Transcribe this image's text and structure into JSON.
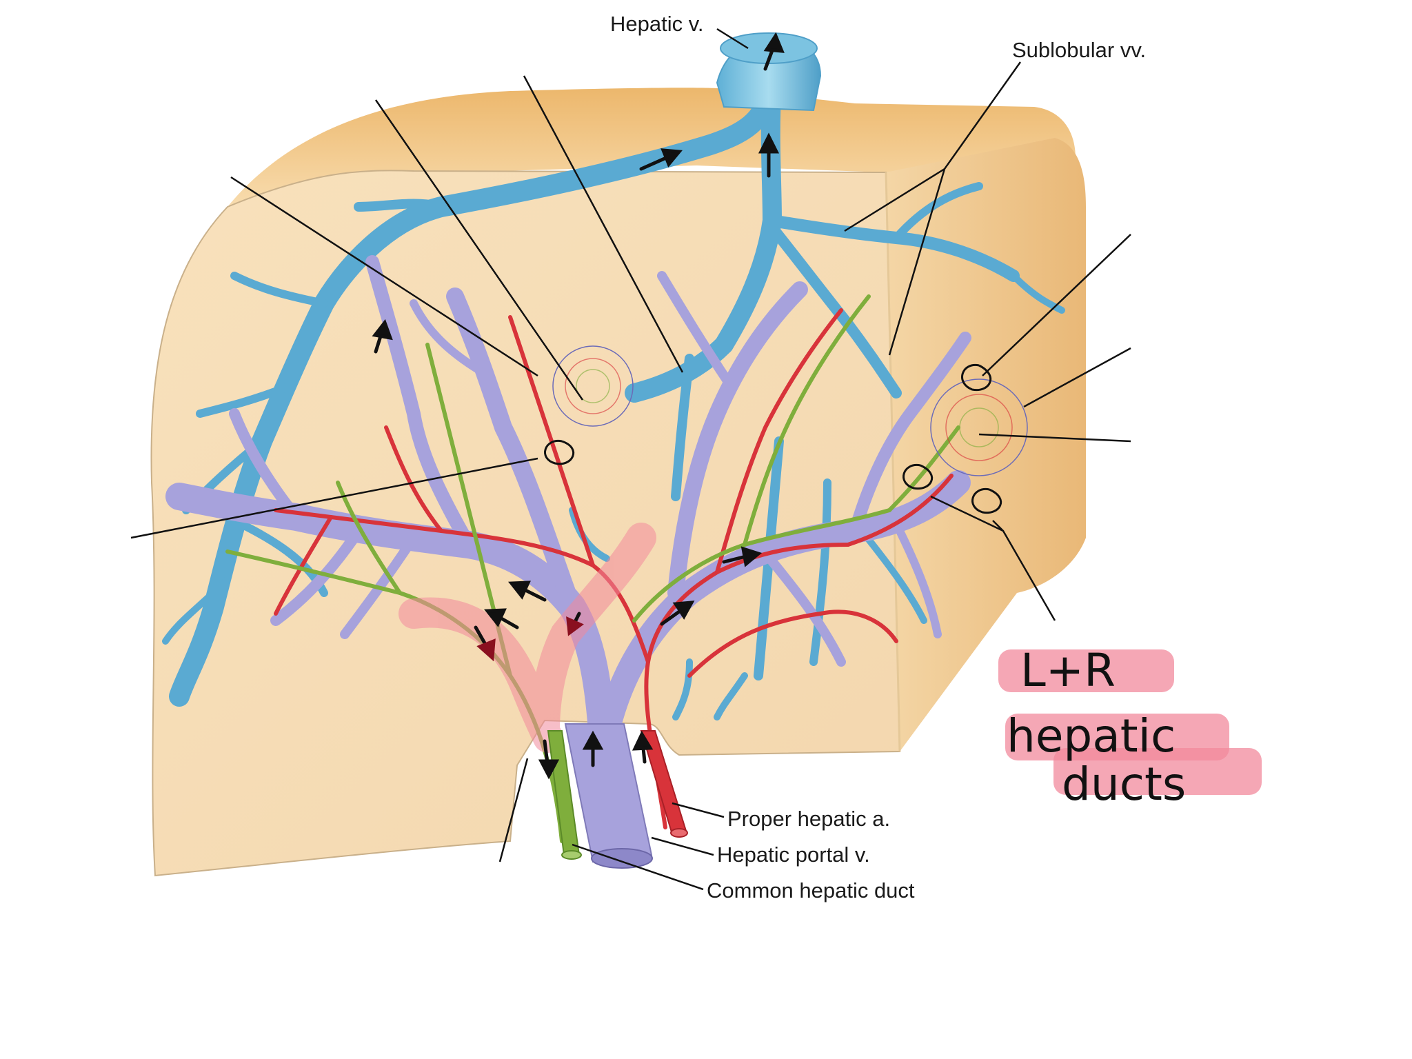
{
  "labels": {
    "hepatic_vein": "Hepatic v.",
    "sublobular_veins": "Sublobular vv.",
    "proper_hepatic_artery": "Proper hepatic a.",
    "hepatic_portal_vein": "Hepatic portal v.",
    "common_hepatic_duct": "Common hepatic duct"
  },
  "handwritten_note": {
    "line1": "L+R",
    "line2": "hepatic",
    "line3": "ducts"
  },
  "colors": {
    "liver_tissue": "#f6dcb3",
    "liver_edge": "#e9b46a",
    "hepatic_vein_blue": "#6fb8d8",
    "portal_vein_purple": "#a9a6dd",
    "artery_red": "#d8333a",
    "bile_duct_green": "#7fae3c",
    "highlight_pink": "#f28a9c"
  }
}
